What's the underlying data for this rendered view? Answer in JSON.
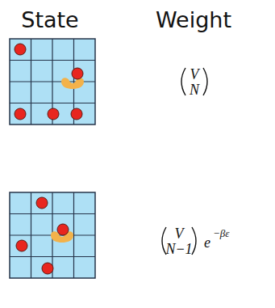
{
  "diagram": {
    "labels": [
      "State",
      "Weight",
      "V",
      "N",
      "V",
      "N−1",
      "e",
      "−βε"
    ]
  }
}
